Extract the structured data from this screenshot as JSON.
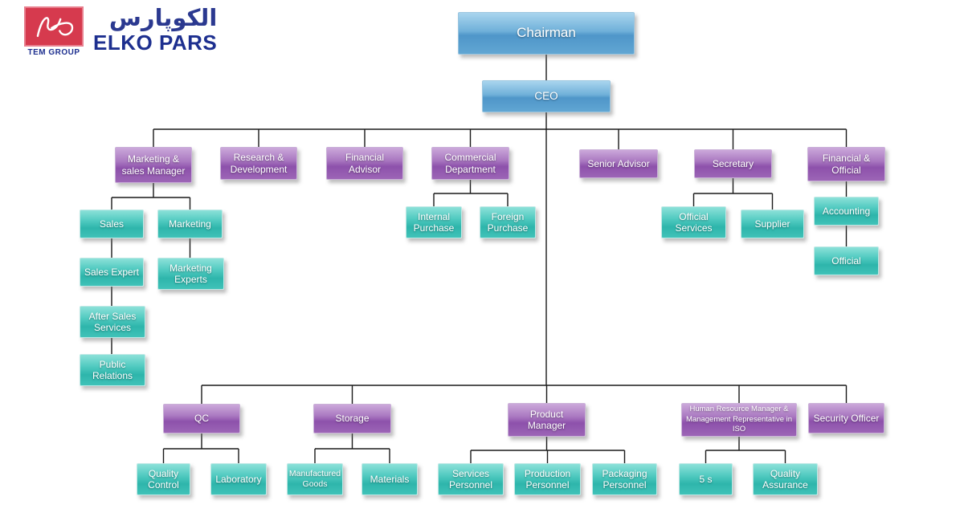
{
  "logo": {
    "tem_group": "TEM GROUP",
    "brand_fa": "الکوپارس",
    "brand_en": "ELKO PARS"
  },
  "colors": {
    "executive_blue": "#5b9ecf",
    "manager_purple": "#9355ad",
    "staff_teal": "#2fbfb6",
    "connector_line": "#1a1a1a"
  },
  "nodes": {
    "chairman": {
      "label": "Chairman",
      "parent": null
    },
    "ceo": {
      "label": "CEO",
      "parent": "chairman"
    },
    "marketing_sales_manager": {
      "label": "Marketing & sales Manager",
      "parent": "ceo"
    },
    "research_development": {
      "label": "Research & Development",
      "parent": "ceo"
    },
    "financial_advisor": {
      "label": "Financial Advisor",
      "parent": "ceo"
    },
    "commercial_department": {
      "label": "Commercial Department",
      "parent": "ceo"
    },
    "senior_advisor": {
      "label": "Senior Advisor",
      "parent": "ceo"
    },
    "secretary": {
      "label": "Secretary",
      "parent": "ceo"
    },
    "financial_official": {
      "label": "Financial & Official",
      "parent": "ceo"
    },
    "sales": {
      "label": "Sales",
      "parent": "marketing_sales_manager"
    },
    "marketing": {
      "label": "Marketing",
      "parent": "marketing_sales_manager"
    },
    "sales_expert": {
      "label": "Sales Expert",
      "parent": "sales"
    },
    "marketing_experts": {
      "label": "Marketing Experts",
      "parent": "marketing"
    },
    "after_sales_services": {
      "label": "After Sales Services",
      "parent": "sales_expert"
    },
    "public_relations": {
      "label": "Public Relations",
      "parent": "after_sales_services"
    },
    "internal_purchase": {
      "label": "Internal Purchase",
      "parent": "commercial_department"
    },
    "foreign_purchase": {
      "label": "Foreign Purchase",
      "parent": "commercial_department"
    },
    "official_services": {
      "label": "Official Services",
      "parent": "secretary"
    },
    "supplier": {
      "label": "Supplier",
      "parent": "secretary"
    },
    "accounting": {
      "label": "Accounting",
      "parent": "financial_official"
    },
    "official": {
      "label": "Official",
      "parent": "accounting"
    },
    "qc": {
      "label": "QC",
      "parent": "ceo"
    },
    "storage": {
      "label": "Storage",
      "parent": "ceo"
    },
    "product_manager": {
      "label": "Product Manager",
      "parent": "ceo"
    },
    "hr_manager": {
      "label": "Human Resource Manager & Management Representative in ISO",
      "parent": "ceo"
    },
    "security_officer": {
      "label": "Security Officer",
      "parent": "ceo"
    },
    "quality_control": {
      "label": "Quality Control",
      "parent": "qc"
    },
    "laboratory": {
      "label": "Laboratory",
      "parent": "qc"
    },
    "manufactured_goods": {
      "label": "Manufactured Goods",
      "parent": "storage"
    },
    "materials": {
      "label": "Materials",
      "parent": "storage"
    },
    "services_personnel": {
      "label": "Services Personnel",
      "parent": "product_manager"
    },
    "production_personnel": {
      "label": "Production Personnel",
      "parent": "product_manager"
    },
    "packaging_personnel": {
      "label": "Packaging Personnel",
      "parent": "product_manager"
    },
    "five_s": {
      "label": "5 s",
      "parent": "hr_manager"
    },
    "quality_assurance": {
      "label": "Quality Assurance",
      "parent": "hr_manager"
    }
  }
}
